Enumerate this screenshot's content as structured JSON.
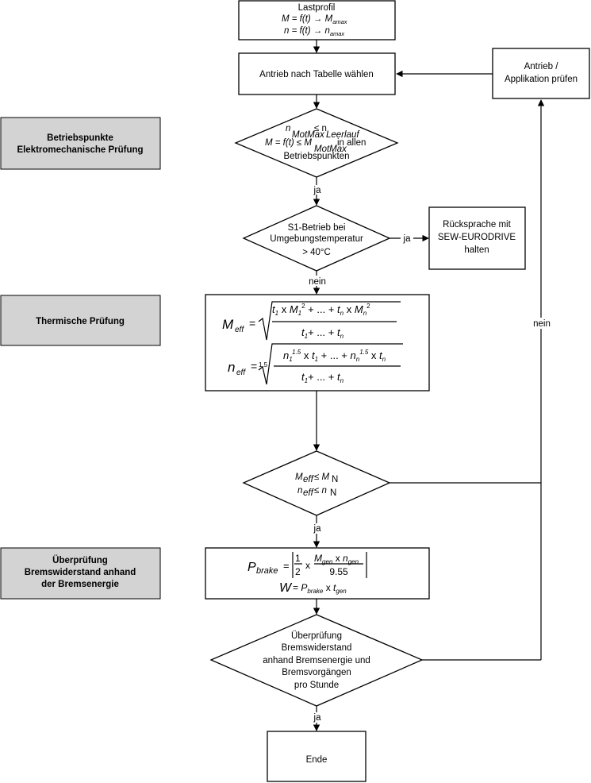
{
  "side_labels": {
    "betriebspunkte": [
      "Betriebspunkte",
      "Elektromechanische Prüfung"
    ],
    "thermisch": [
      "Thermische Prüfung"
    ],
    "bremse": [
      "Überprüfung",
      "Bremswiderstand anhand",
      "der Bremsenergie"
    ]
  },
  "nodes": {
    "lastprofil": {
      "title": "Lastprofil",
      "line1_lhs": "M = f(t) → M",
      "line1_sub": "amax",
      "line2_lhs": "n = f(t) → n",
      "line2_sub": "amax"
    },
    "antrieb_waehlen": "Antrieb nach Tabelle wählen",
    "antrieb_pruefen": [
      "Antrieb /",
      "Applikation prüfen"
    ],
    "decision_betrieb": {
      "n": "n",
      "n_sub": "MotMax",
      "leq": "≤ n",
      "leq_sub": "Leerlauf",
      "m_lhs": "M = f(t) ≤ M",
      "m_sub": "MotMax",
      "m_rhs": "in allen",
      "last": "Betriebspunkten"
    },
    "decision_s1": [
      "S1-Betrieb bei",
      "Umgebungstemperatur",
      "> 40°C"
    ],
    "ruecksprache": [
      "Rücksprache mit",
      "SEW-EURODRIVE",
      "halten"
    ],
    "formula_thermal": {
      "m_eff": "M",
      "m_eff_sub": "eff",
      "n_eff": "n",
      "n_eff_sub": "eff",
      "root_index": "1.5"
    },
    "decision_eff": {
      "m": "M",
      "m_sub": "eff",
      "m_rel": "≤ M",
      "m_rel_sub": "N",
      "n": "n",
      "n_sub": "eff",
      "n_rel": "≤ n",
      "n_rel_sub": "N"
    },
    "formula_brake": {
      "p": "P",
      "p_sub": "brake",
      "w": "W",
      "frac_den": "9.55",
      "half_num": "1",
      "half_den": "2"
    },
    "decision_bremse": [
      "Überprüfung",
      "Bremswiderstand",
      "anhand Bremsenergie und",
      "Bremsvorgängen",
      "pro Stunde"
    ],
    "ende": "Ende"
  },
  "edge_labels": {
    "ja_1": "ja",
    "ja_s1": "ja",
    "nein_s1": "nein",
    "nein_loop": "nein",
    "ja_eff": "ja",
    "ja_bremse": "ja"
  }
}
